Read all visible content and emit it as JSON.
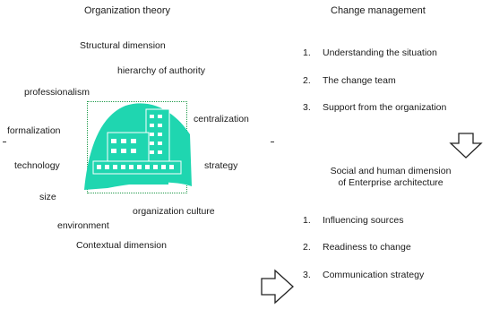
{
  "left_panel": {
    "title": "Organization theory",
    "terms": {
      "structural_dimension": "Structural dimension",
      "hierarchy_of_authority": "hierarchy of authority",
      "professionalism": "professionalism",
      "formalization": "formalization",
      "centralization": "centralization",
      "technology": "technology",
      "strategy": "strategy",
      "size": "size",
      "organization_culture": "organization culture",
      "environment": "environment",
      "contextual_dimension": "Contextual dimension"
    },
    "center_icon": "building-icon"
  },
  "right_panel": {
    "title": "Change management",
    "steps": [
      {
        "num": "1.",
        "label": "Understanding the situation"
      },
      {
        "num": "2.",
        "label": "The change team"
      },
      {
        "num": "3.",
        "label": "Support from the organization"
      }
    ],
    "sub_title_line1": "Social and human dimension",
    "sub_title_line2": "of Enterprise architecture",
    "sub_steps": [
      {
        "num": "1.",
        "label": "Influencing sources"
      },
      {
        "num": "2.",
        "label": "Readiness to change"
      },
      {
        "num": "3.",
        "label": "Communication strategy"
      }
    ]
  },
  "colors": {
    "accent_teal": "#1fd6b0",
    "accent_green": "#1f9a4a",
    "text": "#1a1a1a"
  }
}
